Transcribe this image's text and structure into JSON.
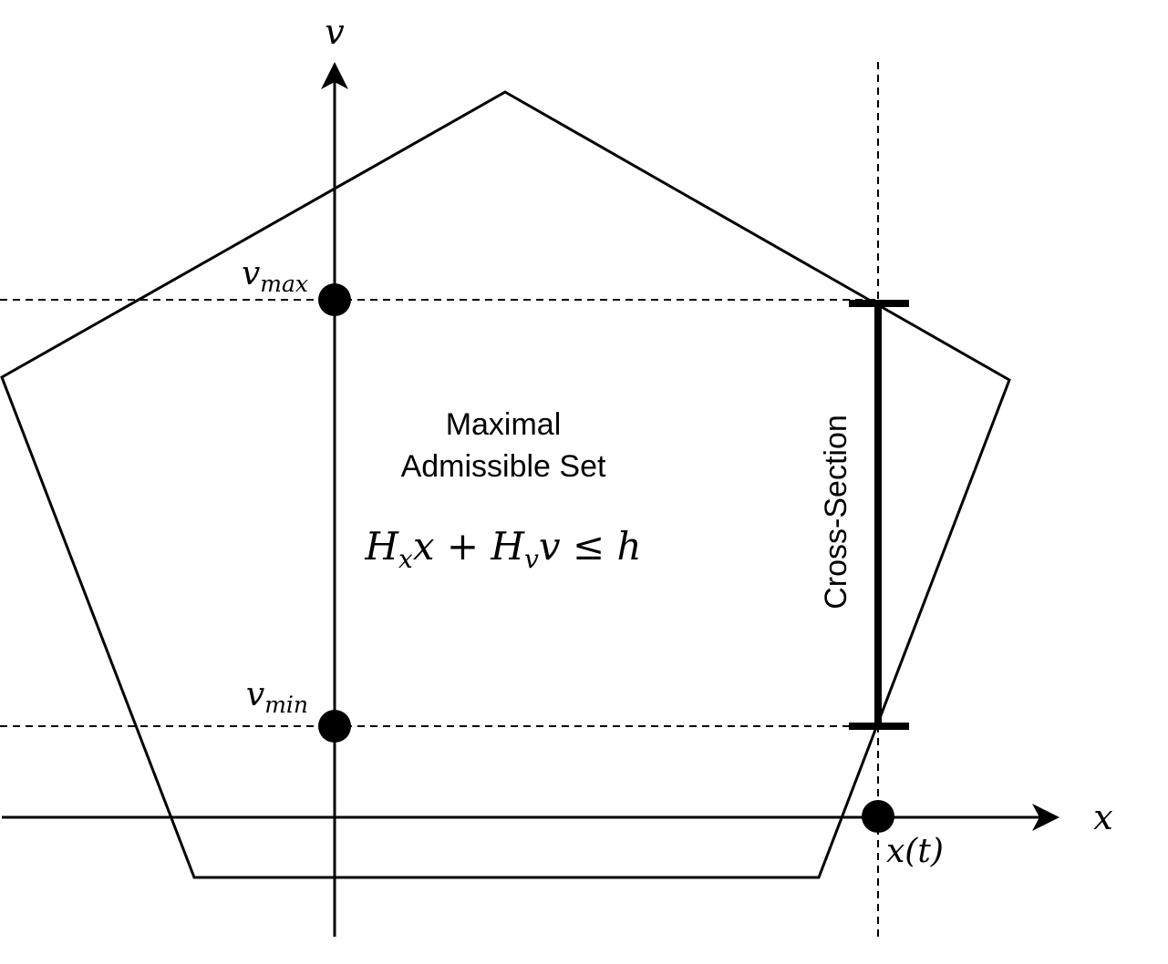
{
  "axes": {
    "x_label": "x",
    "v_label": "v"
  },
  "points": {
    "v_max": {
      "base": "v",
      "sub": "max"
    },
    "v_min": {
      "base": "v",
      "sub": "min"
    },
    "x_t": "x(t)"
  },
  "set": {
    "title_line1": "Maximal",
    "title_line2": "Admissible Set",
    "constraint": {
      "Hx": "H",
      "Hx_sub": "x",
      "x": "x",
      "plus": " + ",
      "Hv": "H",
      "Hv_sub": "v",
      "v": "v",
      "leq": " ≤ ",
      "h": "h"
    }
  },
  "cross_section": {
    "label": "Cross-Section"
  }
}
